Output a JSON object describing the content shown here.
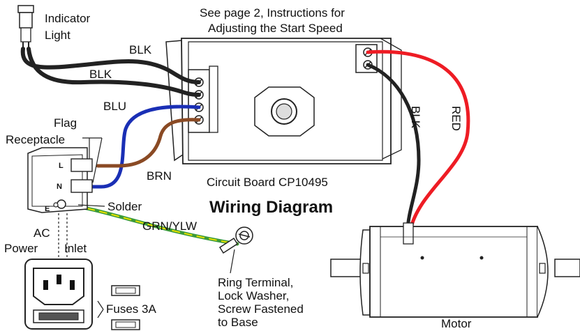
{
  "diagram": {
    "title": "Wiring Diagram",
    "note_line1": "See page 2, Instructions for",
    "note_line2": "Adjusting the Start Speed",
    "indicator_line1": "Indicator",
    "indicator_line2": "Light",
    "flag_line1": "Flag",
    "flag_line2": "Receptacle",
    "receptacle_L": "L",
    "receptacle_N": "N",
    "receptacle_E": "E",
    "solder": "Solder",
    "ac_line1": "AC",
    "ac_line2": "Power",
    "ac_line3": "Inlet",
    "fuses": "Fuses 3A",
    "circuit_board": "Circuit Board CP10495",
    "ring_line1": "Ring Terminal,",
    "ring_line2": "Lock Washer,",
    "ring_line3": "Screw Fastened",
    "ring_line4": "to Base",
    "motor": "Motor",
    "wire_labels": {
      "blk1": "BLK",
      "blk2": "BLK",
      "blu": "BLU",
      "brn": "BRN",
      "grn_ylw": "GRN/YLW",
      "blk_motor": "BLK",
      "red_motor": "RED"
    }
  },
  "colors": {
    "black_wire": "#222222",
    "blue_wire": "#1a2fb5",
    "brown_wire": "#8a4a24",
    "red_wire": "#ee1c24",
    "green_wire": "#3a9a3a",
    "yellow_stripe": "#e8e000"
  }
}
